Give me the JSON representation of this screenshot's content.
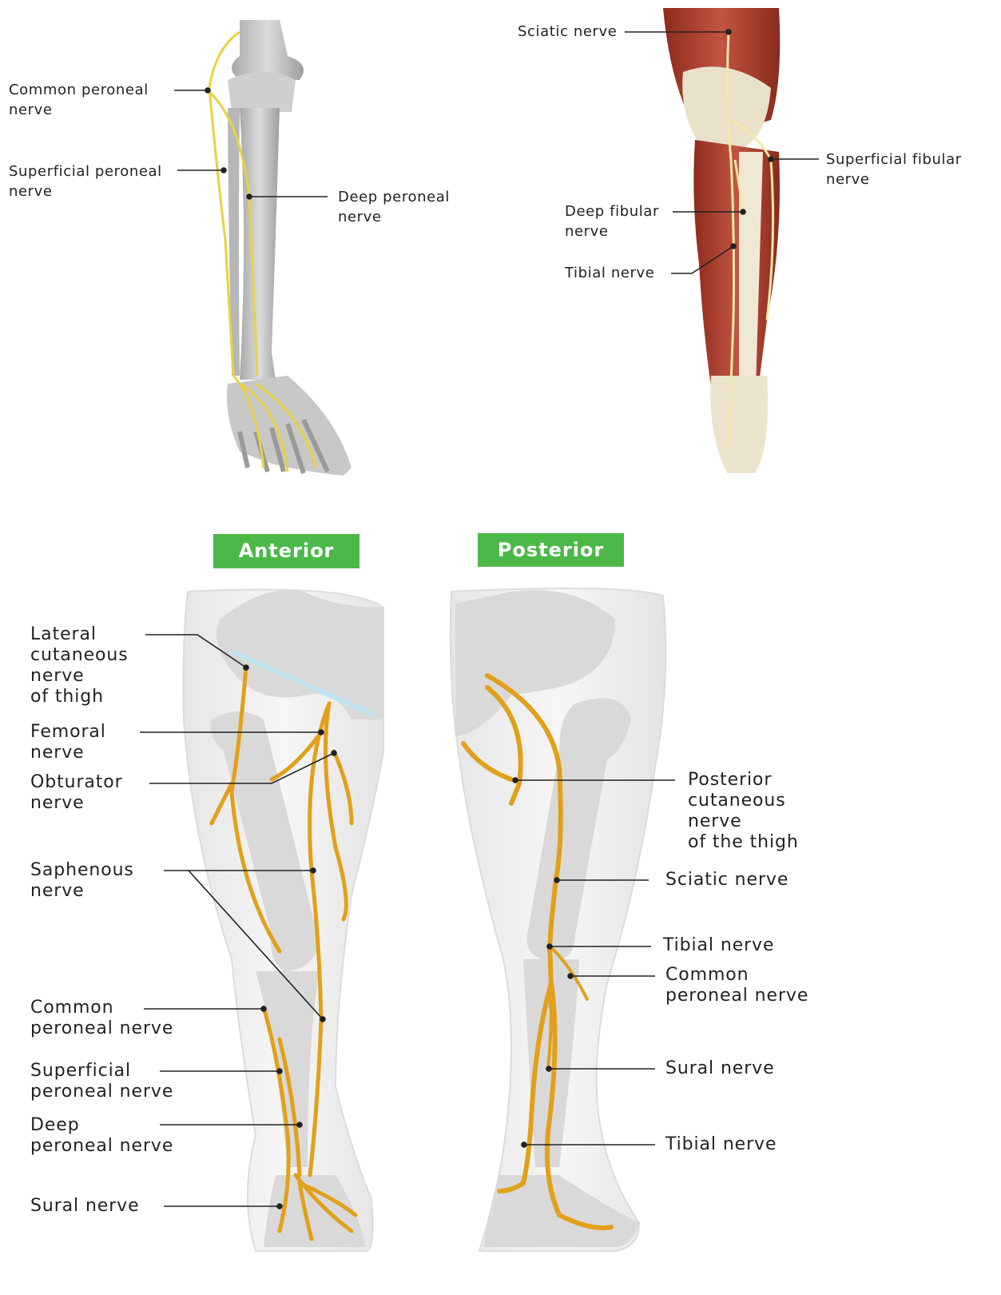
{
  "colors": {
    "nerve_orange": "#e2a01a",
    "nerve_yellow": "#e9d240",
    "bone_gray": "#c4c4c4",
    "muscle_red": "#b2412e",
    "tag_green": "#4cb848",
    "leader_line": "#222222"
  },
  "top_left_figure": {
    "labels": {
      "common_peroneal": "Common peroneal\nnerve",
      "superficial_peroneal": "Superficial peroneal\nnerve",
      "deep_peroneal": "Deep peroneal\nnerve"
    }
  },
  "top_right_figure": {
    "labels": {
      "sciatic": "Sciatic nerve",
      "superficial_fibular": "Superficial fibular\nnerve",
      "deep_fibular": "Deep fibular\nnerve",
      "tibial": "Tibial nerve"
    }
  },
  "anterior_view": {
    "tag": "Anterior",
    "labels": {
      "lateral_cutaneous": "Lateral\ncutaneous\nnerve\nof thigh",
      "femoral": "Femoral\nnerve",
      "obturator": "Obturator\nnerve",
      "saphenous": "Saphenous\nnerve",
      "common_peroneal": "Common\nperoneal nerve",
      "superficial_peroneal": "Superficial\nperoneal nerve",
      "deep_peroneal": "Deep\nperoneal nerve",
      "sural": "Sural nerve"
    }
  },
  "posterior_view": {
    "tag": "Posterior",
    "labels": {
      "posterior_cutaneous": "Posterior\ncutaneous\nnerve\nof the thigh",
      "sciatic": "Sciatic nerve",
      "tibial_upper": "Tibial nerve",
      "common_peroneal": "Common\nperoneal nerve",
      "sural": "Sural nerve",
      "tibial_lower": "Tibial nerve"
    }
  }
}
